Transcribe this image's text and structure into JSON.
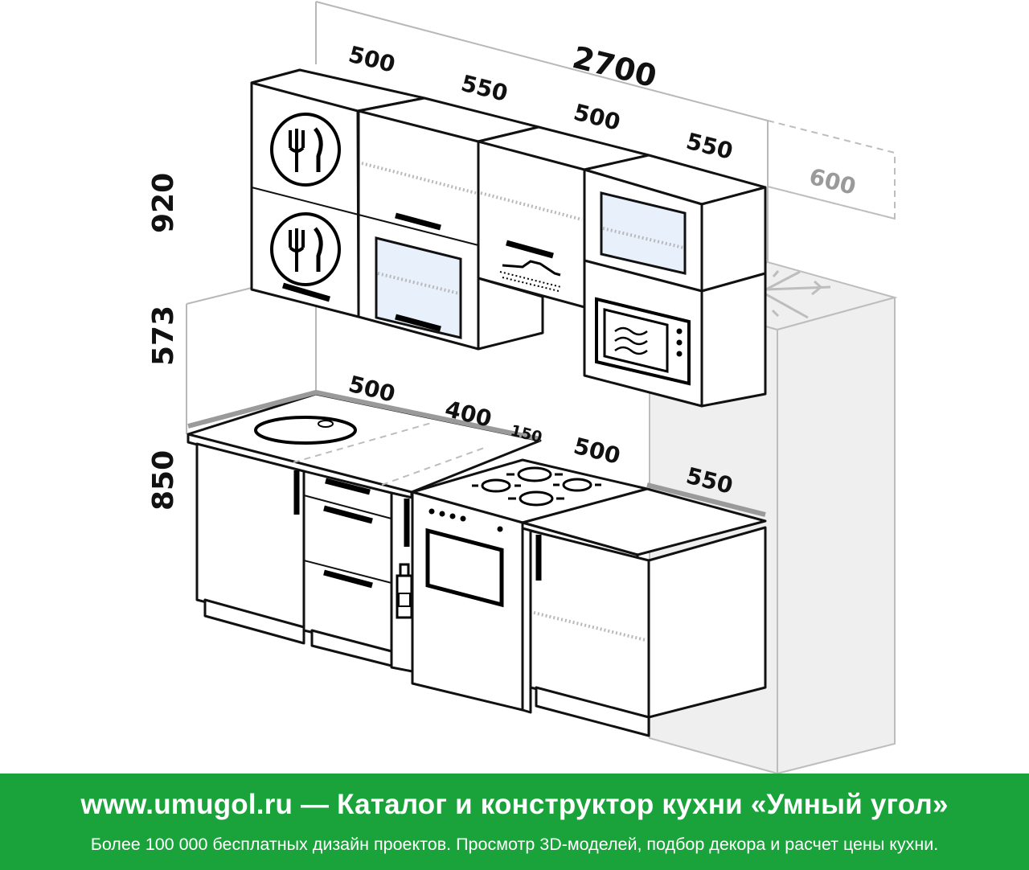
{
  "dimensions": {
    "total_width": "2700",
    "upper": [
      "500",
      "550",
      "500",
      "550"
    ],
    "fridge_depth": "600",
    "height_upper": "920",
    "height_gap": "573",
    "height_base": "850",
    "counter": [
      "500",
      "400",
      "150",
      "500"
    ],
    "fridge_width": "550"
  },
  "footer": {
    "title": "www.umugol.ru — Каталог и конструктор кухни «Умный угол»",
    "subtitle": "Более 100 000 бесплатных дизайн проектов. Просмотр 3D-моделей, подбор декора и расчет цены кухни."
  },
  "colors": {
    "footer_bg": "#1aa33a",
    "glass": "#e8f1fb"
  },
  "icons": [
    "fork-knife-icon",
    "snowflake-icon",
    "microwave-icon",
    "hood-icon",
    "bottle-icon"
  ]
}
